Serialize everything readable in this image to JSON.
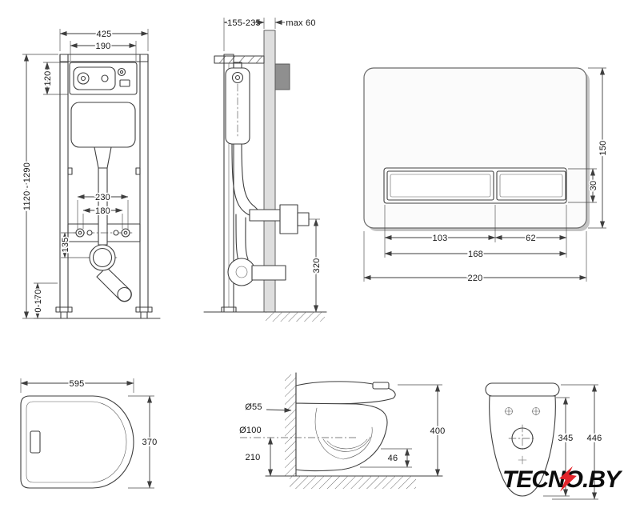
{
  "colors": {
    "line": "#3f3f3f",
    "accent_red": "#e3242b",
    "wall_gray": "#dedede"
  },
  "frame_front": {
    "overall_width": "425",
    "cistern_width": "190",
    "cistern_top_height": "120",
    "frame_height_range": "1120 - 1290",
    "fixing_distance": "230",
    "drain_distance": "180",
    "connection_offset": "135",
    "feet_adjustment": "0-170"
  },
  "frame_side": {
    "depth_range": "155-235",
    "wall_thickness_max": "max 60",
    "outlet_height": "320"
  },
  "flush_plate": {
    "height": "150",
    "button_height": "30",
    "large_button_width": "103",
    "small_button_width": "62",
    "buttons_width": "168",
    "width": "220"
  },
  "bowl_top": {
    "length": "595",
    "width": "370"
  },
  "bowl_side": {
    "inlet_diameter": "Ø55",
    "outlet_diameter": "Ø100",
    "outlet_height": "210",
    "bowl_height": "400",
    "rim_step": "46"
  },
  "bowl_rear": {
    "inner_height": "345",
    "overall_height": "446"
  },
  "watermark": {
    "text": "TECNO.BY"
  }
}
